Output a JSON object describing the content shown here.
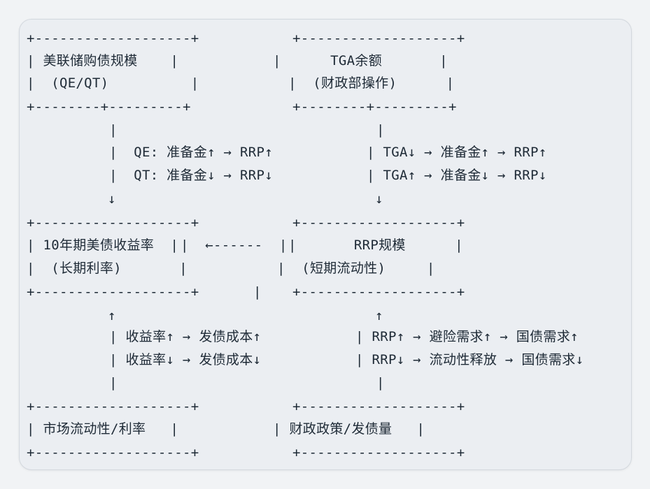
{
  "diagram": {
    "nodes": {
      "fed_balance_sheet": {
        "top_border": "+-------------------+",
        "line1": "| 美联储购债规模    |",
        "line2": "|  (QE/QT)          |",
        "bottom_border": "+--------+---------+"
      },
      "tga": {
        "top_border": "+-------------------+",
        "line1": "|      TGA余额       |",
        "line2": "|  (财政部操作)      |",
        "bottom_border": "+--------+---------+"
      },
      "treasury_yield": {
        "top_border": "+-------------------+",
        "line1": "| 10年期美债收益率  |",
        "line2": "|  (长期利率)       |",
        "bottom_border": "+-------------------+"
      },
      "rrp": {
        "top_border": "+-------------------+",
        "line1": "|       RRP规模      |",
        "line2": "|  (短期流动性)     |",
        "bottom_border": "+-------------------+"
      },
      "market_liquidity": {
        "top_border": "+-------------------+",
        "line1": "| 市场流动性/利率   |",
        "bottom_border": "+-------------------+"
      },
      "fiscal_policy": {
        "top_border": "+-------------------+",
        "line1": "| 财政政策/发债量   |",
        "bottom_border": "+-------------------+"
      }
    },
    "connectors": {
      "left_upper": {
        "pipe_top": "|",
        "qe_line": "|  QE: 准备金↑ → RRP↑",
        "qt_line": "|  QT: 准备金↓ → RRP↓",
        "arrow_down": "↓"
      },
      "right_upper": {
        "pipe_top": "|",
        "tga_down_line": "| TGA↓ → 准备金↑ → RRP↑",
        "tga_up_line": "| TGA↑ → 准备金↓ → RRP↓",
        "arrow_down": "↓"
      },
      "middle_arrow": "|  ←------  |",
      "middle_left_pipe": "|",
      "middle_right_pipe": "|",
      "middle_vertical": "|",
      "left_lower": {
        "arrow_up": "↑",
        "yield_up_line": "| 收益率↑ → 发债成本↑",
        "yield_down_line": "| 收益率↓ → 发债成本↓",
        "pipe_bottom": "|"
      },
      "right_lower": {
        "arrow_up": "↑",
        "rrp_up_line": "| RRP↑ → 避险需求↑ → 国债需求↑",
        "rrp_down_line": "| RRP↓ → 流动性释放 → 国债需求↓",
        "pipe_bottom": "|"
      },
      "bottom_left_pipe": "|",
      "bottom_right_pipe": "|"
    }
  }
}
